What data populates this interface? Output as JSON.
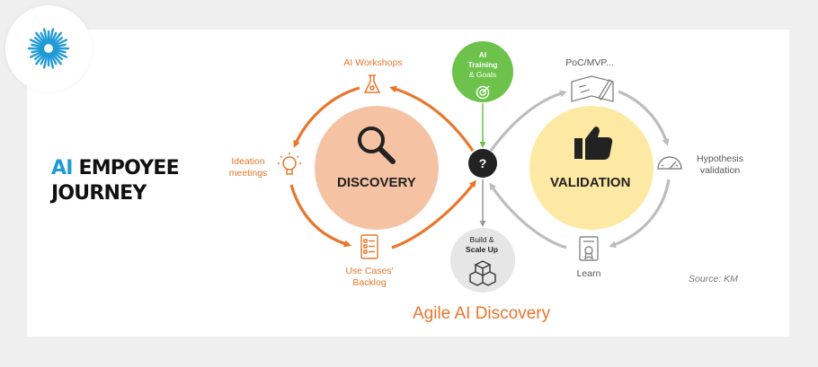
{
  "brand": {
    "line1_accent": "AI",
    "line1_rest": " EMPOYEE",
    "line2": "JOURNEY"
  },
  "discovery": {
    "title": "DISCOVERY",
    "ai_workshops": "AI Workshops",
    "ideation_1": "Ideation",
    "ideation_2": "meetings",
    "use_cases_1": "Use Cases'",
    "use_cases_2": "Backlog"
  },
  "center": {
    "training_1": "AI",
    "training_2": "Training",
    "training_3": "& Goals",
    "question_mark": "?",
    "build_1": "Build &",
    "build_2": "Scale Up"
  },
  "validation": {
    "title": "VALIDATION",
    "poc": "PoC/MVP...",
    "hypothesis_1": "Hypothesis",
    "hypothesis_2": "validation",
    "learn": "Learn"
  },
  "footer_title": "Agile AI Discovery",
  "source": "Source: KM",
  "colors": {
    "orange": "#e8762b",
    "peach": "#f6c2a4",
    "yellow": "#fde9a3",
    "green": "#6cc24a",
    "grey": "#bdbdbd",
    "dark": "#222222",
    "blue": "#1f9ad6"
  },
  "icons": [
    "logo-starburst-icon",
    "flask-icon",
    "lightbulb-icon",
    "checklist-icon",
    "magnifier-icon",
    "target-icon",
    "cubes-icon",
    "thumbs-up-icon",
    "blueprint-icon",
    "gauge-icon",
    "certificate-icon"
  ]
}
